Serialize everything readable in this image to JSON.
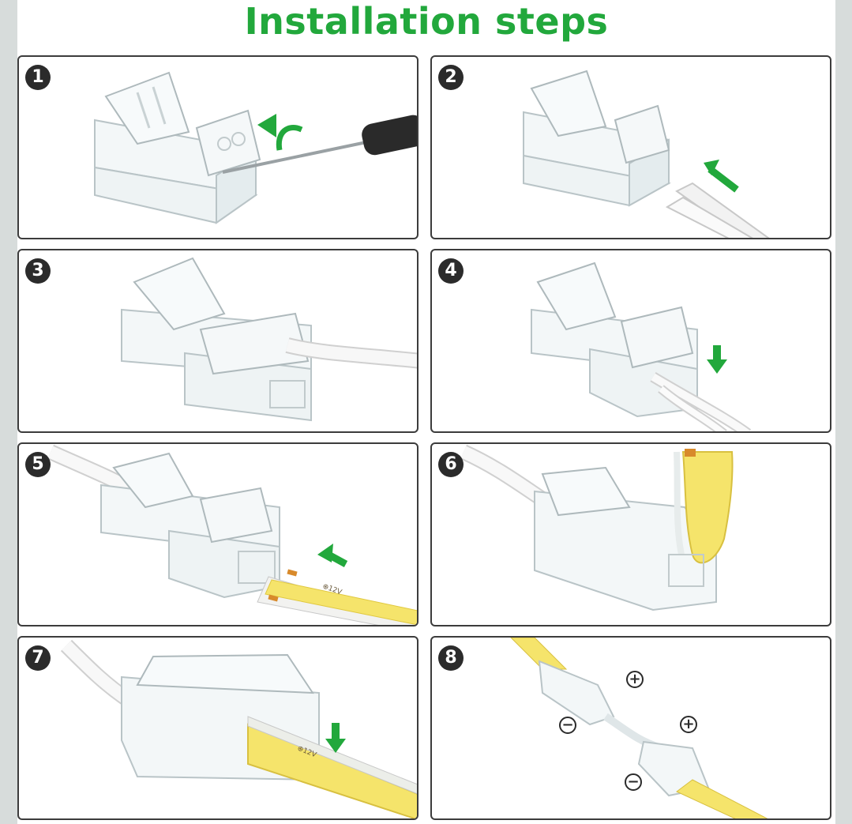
{
  "title": "Installation steps",
  "accent_color": "#22a83c",
  "steps": [
    {
      "number": "1",
      "illustration": "connector-lid-opened-with-screwdriver"
    },
    {
      "number": "2",
      "illustration": "cable-inserted-into-connector"
    },
    {
      "number": "3",
      "illustration": "cable-seated-in-connector"
    },
    {
      "number": "4",
      "illustration": "connector-lid-pressed-down"
    },
    {
      "number": "5",
      "illustration": "led-strip-inserted-into-connector"
    },
    {
      "number": "6",
      "illustration": "led-strip-seated-in-connector"
    },
    {
      "number": "7",
      "illustration": "connector-lid-closed-on-strip"
    },
    {
      "number": "8",
      "illustration": "connected-strips-with-polarity"
    }
  ],
  "strip_label": "⊕12V",
  "polarity": {
    "positive": "+",
    "negative": "−"
  }
}
